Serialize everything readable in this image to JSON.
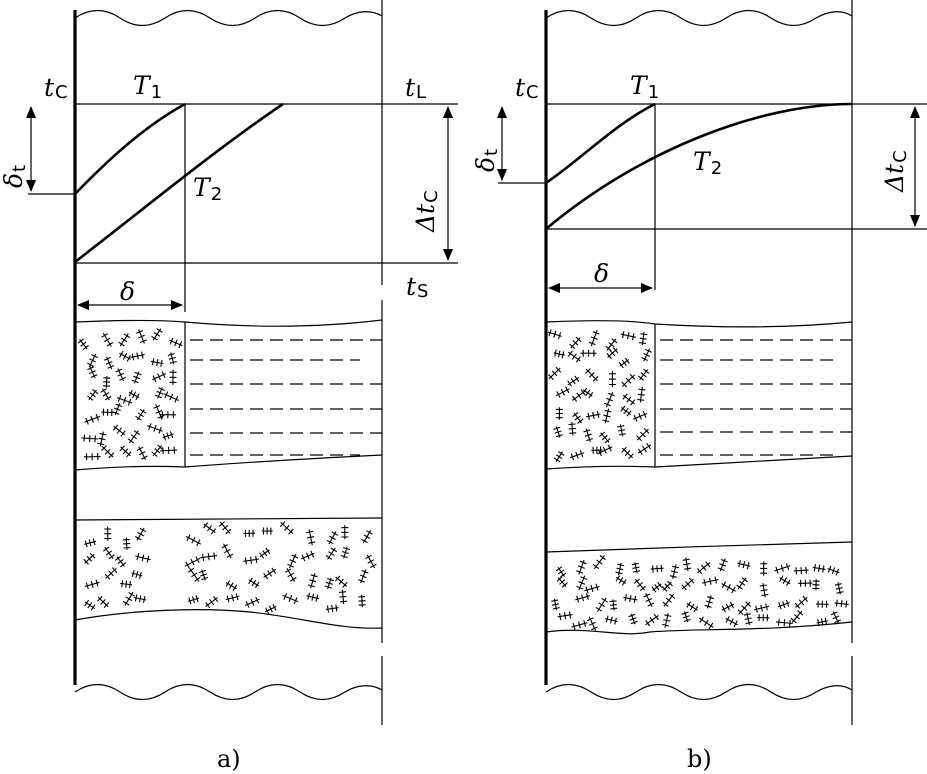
{
  "panels": [
    {
      "caption": "a)",
      "label_tc": {
        "main": "t",
        "sub": "C"
      },
      "label_tl": {
        "main": "t",
        "sub": "L"
      },
      "label_ts": {
        "main": "t",
        "sub": "S"
      },
      "label_t1": {
        "main": "T",
        "sub": "1"
      },
      "label_t2": {
        "main": "T",
        "sub": "2"
      },
      "label_delta_t": {
        "main": "δ",
        "sub": "t"
      },
      "label_delta_tc": {
        "main": "Δt",
        "sub": "C"
      },
      "label_delta": {
        "main": "δ",
        "sub": ""
      }
    },
    {
      "caption": "b)",
      "label_tc": {
        "main": "t",
        "sub": "C"
      },
      "label_t1": {
        "main": "T",
        "sub": "1"
      },
      "label_t2": {
        "main": "T",
        "sub": "2"
      },
      "label_delta_t": {
        "main": "δ",
        "sub": "t"
      },
      "label_delta_tc": {
        "main": "Δt",
        "sub": "C"
      },
      "label_delta": {
        "main": "δ",
        "sub": ""
      }
    }
  ]
}
